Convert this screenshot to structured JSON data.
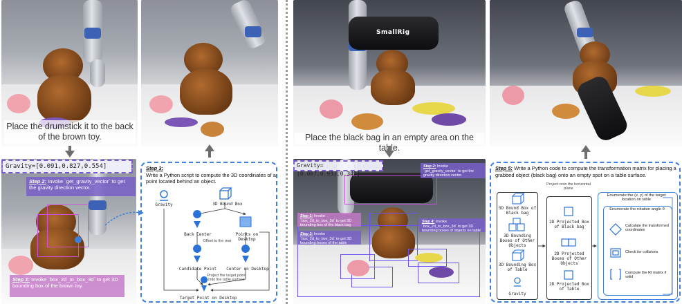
{
  "scene1": {
    "caption": "Place the drumstick it to the back of the brown toy.",
    "gravity_readout": "Gravity=[0.091,0.827,0.554]",
    "step2": {
      "title": "Step 2:",
      "text": "Invoke `get_gravity_vector` to get the gravity direction vector."
    },
    "step1": {
      "title": "Step 1:",
      "text": "Invoke `box_2d_to_box_3d` to get 3D bounding box of the brown toy."
    },
    "step3": {
      "title": "Step 3:",
      "text": "Write a Python script to compute the 3D coordinates of a point located behind an object.",
      "nodes": {
        "gravity": "Gravity",
        "bound_box": "3D Bound Box",
        "back_center": "Back Center",
        "points_on_desktop": "Points on Desktop",
        "offset_note": "Offset to the rear",
        "candidate_point": "Candidate Point",
        "center_on_desktop": "Center on Desktop",
        "project_note": "Project the target point onto the table surface",
        "target_point": "Target Point on Desktop"
      }
    }
  },
  "scene2": {
    "caption": "Place the black bag in an empty area on the table.",
    "gravity_readout": "Gravity=[0.087,0.933,0.349]",
    "bag_brand": "SmallRig",
    "step2": {
      "title": "Step 2:",
      "text": "Invoke `get_gravity_vector` to get the gravity direction vector."
    },
    "step1": {
      "title": "Step 1:",
      "text": "Invoke `box_2d_to_box_3d` to get 3D bounding box of the black bag"
    },
    "step3": {
      "title": "Step 3:",
      "text": "Invoke `box_2d_to_box_3d` to get 3D bounding boxes of the table"
    },
    "step4": {
      "title": "Step 4:",
      "text": "Invoke `box_2d_to_box_3d` to get 3D bounding boxes of objects on table"
    },
    "step5": {
      "title": "Step 5:",
      "text": "Write a Python code to compute the transformation matrix for placing a grabbed object (black bag) onto an empty spot on a table surface.",
      "left_nodes": [
        "3D Bound Box of Black bag",
        "3D Bounding Boxes of Other Objects",
        "3D Bounding Box of Table",
        "Gravity"
      ],
      "project_note": "Project onto the horizontal plane",
      "mid_nodes": [
        "2D Projected Box of Black bag",
        "2D Projected Boxes of Other Objects",
        "2D Projected Box of Table"
      ],
      "right_top": "Enumerate the (x, y) of the target location on table",
      "right_mid": "Enumerate the rotation angle θ",
      "right_steps": [
        "Calculate the transformed coordinates",
        "Check for collisions",
        "Compute the Rt matrix if valid"
      ]
    }
  }
}
